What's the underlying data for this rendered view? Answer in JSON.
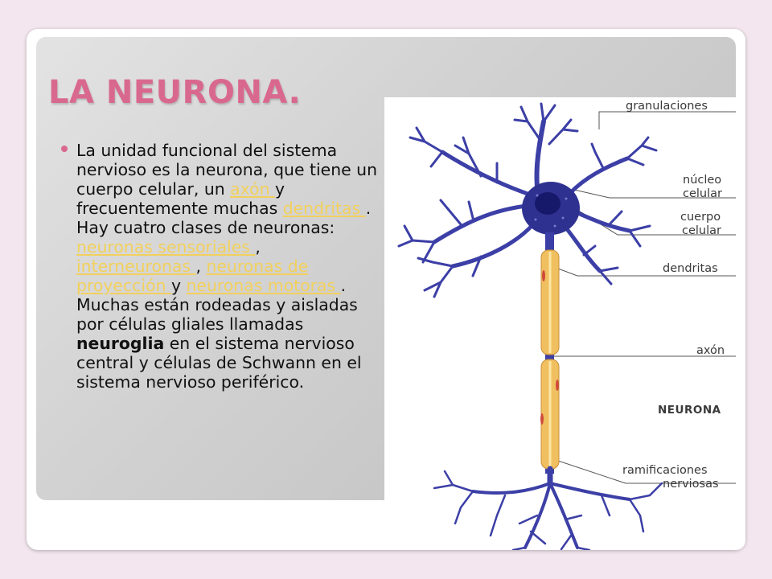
{
  "slide": {
    "title": "LA NEURONA.",
    "paragraph": {
      "t1": "La unidad funcional del sistema nervioso es la neurona, que tiene un cuerpo celular, un ",
      "link_axon": "axón ",
      "t2": " y frecuentemente muchas ",
      "link_dendritas": "dendritas ",
      "t3": ". Hay cuatro clases de neuronas: ",
      "link_sensoriales": "neuronas sensoriales ",
      "t4": ", ",
      "link_interneuronas": "interneuronas ",
      "t5": ", ",
      "link_proyeccion": "neuronas de proyección ",
      "t6": " y ",
      "link_motoras": "neuronas motoras ",
      "t7": ". Muchas están rodeadas y aisladas por células gliales llamadas ",
      "bold_neuroglia": "neuroglia",
      "t8": " en el sistema nervioso central y células de Schwann en el sistema nervioso periférico."
    }
  },
  "diagram": {
    "labels": {
      "granulaciones": "granulaciones",
      "nucleo_1": "núcleo",
      "nucleo_2": "celular",
      "cuerpo_1": "cuerpo",
      "cuerpo_2": "celular",
      "dendritas": "dendritas",
      "axon": "axón",
      "neurona": "NEURONA",
      "ramif_1": "ramificaciones",
      "ramif_2": "nerviosas"
    }
  },
  "colors": {
    "title": "#d9688f",
    "link": "#f2d05c",
    "neuron": "#3c3fa6",
    "axon": "#f0c060"
  }
}
